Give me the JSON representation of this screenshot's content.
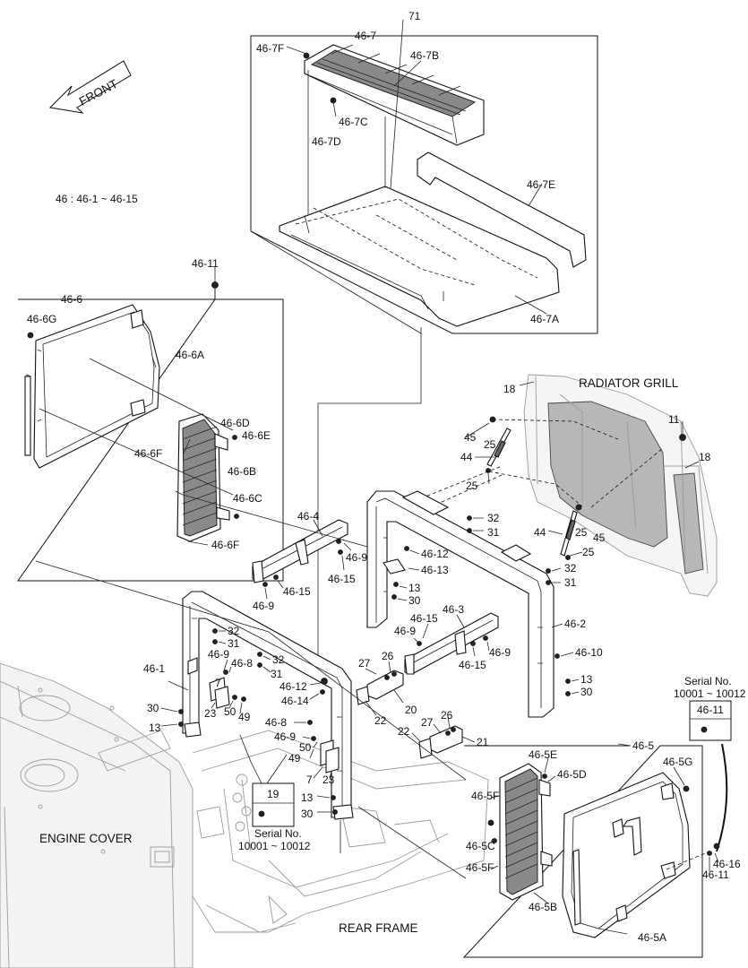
{
  "front_label": "FRONT",
  "range_note": "46 : 46-1 ~ 46-15",
  "assembly_labels": {
    "radiator_grill": "RADIATOR GRILL",
    "engine_cover": "ENGINE COVER",
    "rear_frame": "REAR FRAME"
  },
  "serial_notes": {
    "top_right": {
      "line1": "Serial No.",
      "line2": "10001 ~ 10012"
    },
    "bottom_left": {
      "line1": "Serial No.",
      "line2": "10001 ~ 10012"
    }
  },
  "part_numbers": {
    "p46_7": "46-7",
    "p71": "71",
    "p46_7F": "46-7F",
    "p46_7B": "46-7B",
    "p46_7C": "46-7C",
    "p46_7D": "46-7D",
    "p46_7E": "46-7E",
    "p46_7A": "46-7A",
    "p46_11_top": "46-11",
    "p46_6": "46-6",
    "p46_6G": "46-6G",
    "p46_6A": "46-6A",
    "p46_6D": "46-6D",
    "p46_6E": "46-6E",
    "p46_6F_a": "46-6F",
    "p46_6B": "46-6B",
    "p46_6C": "46-6C",
    "p46_6F_b": "46-6F",
    "p18_a": "18",
    "p11": "11",
    "p18_b": "18",
    "p45_a": "45",
    "p25_a": "25",
    "p44_a": "44",
    "p25_b": "25",
    "p44_b": "44",
    "p25_c": "25",
    "p45_b": "45",
    "p25_d": "25",
    "p32_a": "32",
    "p31_a": "31",
    "p46_12_a": "46-12",
    "p46_13": "46-13",
    "p32_b": "32",
    "p31_b": "31",
    "p46_4": "46-4",
    "p46_9_a": "46-9",
    "p46_15_a": "46-15",
    "p46_15_b": "46-15",
    "p46_9_b": "46-9",
    "p13_a": "13",
    "p30_a": "30",
    "p46_3": "46-3",
    "p46_15_c": "46-15",
    "p46_9_c": "46-9",
    "p46_9_d": "46-9",
    "p46_15_d": "46-15",
    "p46_2": "46-2",
    "p46_10": "46-10",
    "p13_b": "13",
    "p30_b": "30",
    "p32_c": "32",
    "p31_c": "31",
    "p32_d": "32",
    "p31_d": "31",
    "p46_9_e": "46-9",
    "p46_8_a": "46-8",
    "p46_12_b": "46-12",
    "p46_14": "46-14",
    "p7_a": "7",
    "p23_a": "23",
    "p50_a": "50",
    "p49_a": "49",
    "p46_1": "46-1",
    "p30_c": "30",
    "p13_c": "13",
    "p26_a": "26",
    "p27_a": "27",
    "p20": "20",
    "p22_a": "22",
    "p46_8_b": "46-8",
    "p46_9_f": "46-9",
    "p50_b": "50",
    "p49_b": "49",
    "p7_b": "7",
    "p23_b": "23",
    "p27_b": "27",
    "p26_b": "26",
    "p22_b": "22",
    "p21": "21",
    "p19": "19",
    "p13_d": "13",
    "p30_d": "30",
    "p46_11_sn": "46-11",
    "p46_5": "46-5",
    "p46_5E": "46-5E",
    "p46_5D": "46-5D",
    "p46_5G": "46-5G",
    "p46_5F_a": "46-5F",
    "p46_5C": "46-5C",
    "p46_5F_b": "46-5F",
    "p46_5B": "46-5B",
    "p46_5A": "46-5A",
    "p46_16": "46-16",
    "p46_11_b": "46-11"
  }
}
